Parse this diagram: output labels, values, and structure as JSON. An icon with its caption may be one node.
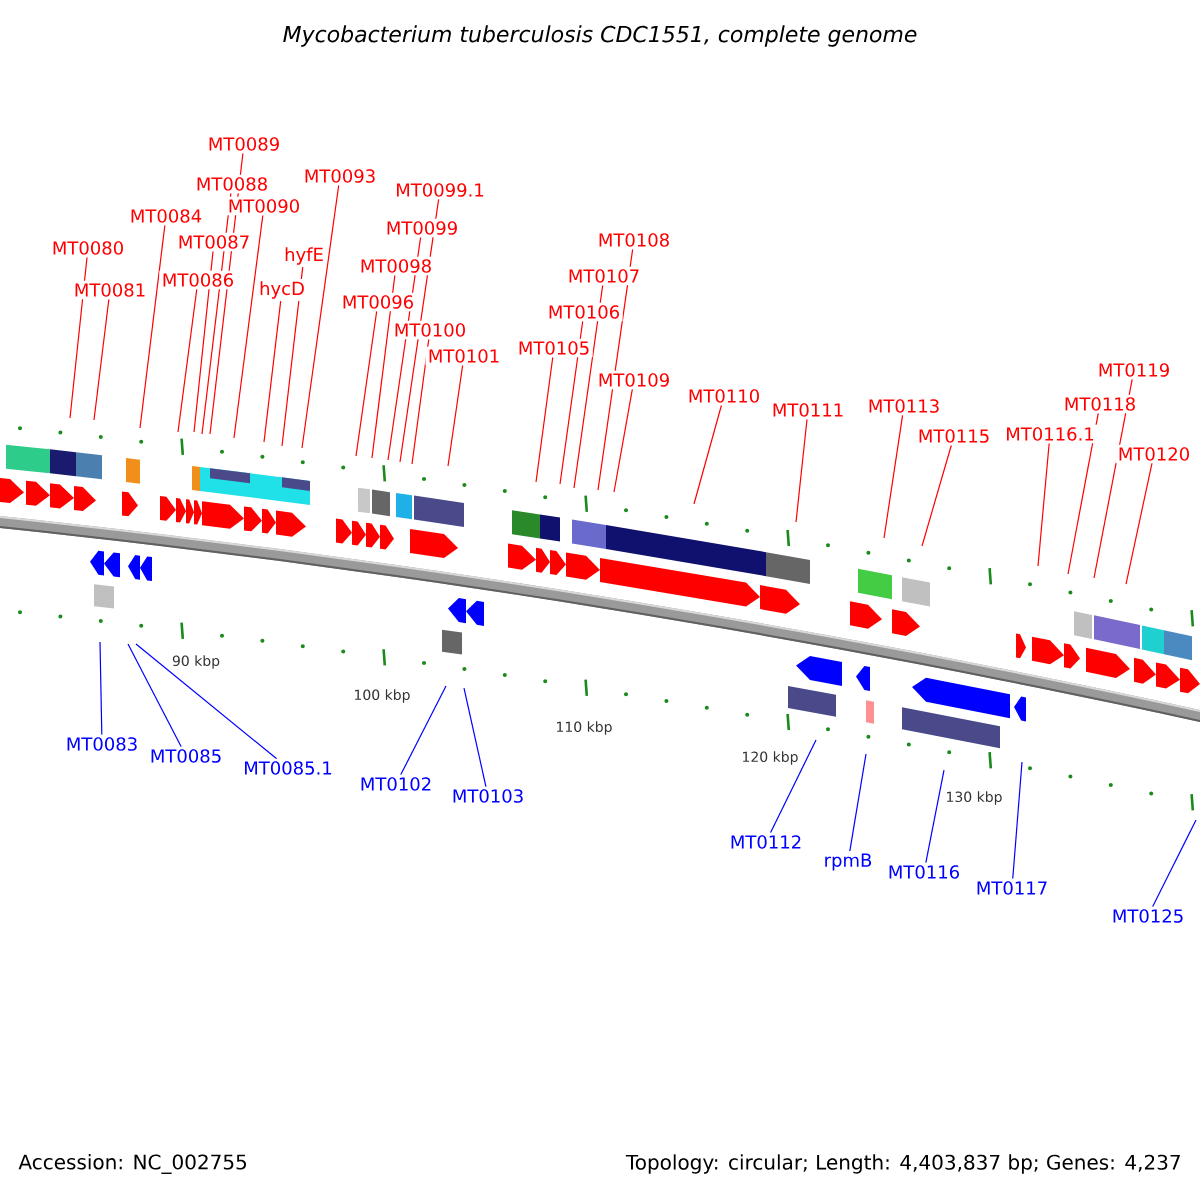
{
  "diagram": {
    "title": "Mycobacterium tuberculosis CDC1551, complete genome",
    "nodes": [
      {
        "text": [
          "MT0080"
        ]
      },
      {
        "text": [
          "MT0081"
        ]
      },
      {
        "text": [
          "MT0084"
        ]
      },
      {
        "text": [
          "MT0086"
        ]
      },
      {
        "text": [
          "MT0087"
        ]
      },
      {
        "text": [
          "MT0088"
        ]
      },
      {
        "text": [
          "MT0089"
        ]
      },
      {
        "text": [
          "MT0090"
        ]
      },
      {
        "text": [
          "hycD"
        ]
      },
      {
        "text": [
          "hyfE"
        ]
      },
      {
        "text": [
          "MT0093"
        ]
      },
      {
        "text": [
          "MT0096"
        ]
      },
      {
        "text": [
          "MT0098"
        ]
      },
      {
        "text": [
          "MT0099"
        ]
      },
      {
        "text": [
          "MT0099.1"
        ]
      },
      {
        "text": [
          "MT0100"
        ]
      },
      {
        "text": [
          "MT0101"
        ]
      },
      {
        "text": [
          "MT0105"
        ]
      },
      {
        "text": [
          "MT0106"
        ]
      },
      {
        "text": [
          "MT0107"
        ]
      },
      {
        "text": [
          "MT0108"
        ]
      },
      {
        "text": [
          "MT0109"
        ]
      },
      {
        "text": [
          "MT0110"
        ]
      },
      {
        "text": [
          "MT0111"
        ]
      },
      {
        "text": [
          "MT0113"
        ]
      },
      {
        "text": [
          "MT0115"
        ]
      },
      {
        "text": [
          "MT0116.1"
        ]
      },
      {
        "text": [
          "MT0118"
        ]
      },
      {
        "text": [
          "MT0119"
        ]
      },
      {
        "text": [
          "MT0120"
        ]
      },
      {
        "text": [
          "MT0083"
        ]
      },
      {
        "text": [
          "MT0085"
        ]
      },
      {
        "text": [
          "MT0085.1"
        ]
      },
      {
        "text": [
          "MT0102"
        ]
      },
      {
        "text": [
          "MT0103"
        ]
      },
      {
        "text": [
          "MT0112"
        ]
      },
      {
        "text": [
          "rpmB"
        ]
      },
      {
        "text": [
          "MT0116"
        ]
      },
      {
        "text": [
          "MT0117"
        ]
      },
      {
        "text": [
          "MT0125"
        ]
      }
    ],
    "edges": [
      {
        "from": 0,
        "to": null,
        "arrow": "none"
      },
      {
        "from": 1,
        "to": null,
        "arrow": "none"
      },
      {
        "from": 2,
        "to": null,
        "arrow": "none"
      },
      {
        "from": 3,
        "to": null,
        "arrow": "none"
      },
      {
        "from": 4,
        "to": null,
        "arrow": "none"
      },
      {
        "from": 5,
        "to": null,
        "arrow": "none"
      },
      {
        "from": 6,
        "to": null,
        "arrow": "none"
      },
      {
        "from": 7,
        "to": null,
        "arrow": "none"
      },
      {
        "from": 8,
        "to": null,
        "arrow": "none"
      },
      {
        "from": 9,
        "to": null,
        "arrow": "none"
      },
      {
        "from": 10,
        "to": null,
        "arrow": "none"
      },
      {
        "from": 11,
        "to": null,
        "arrow": "none"
      },
      {
        "from": 12,
        "to": null,
        "arrow": "none"
      },
      {
        "from": 13,
        "to": null,
        "arrow": "none"
      },
      {
        "from": 14,
        "to": null,
        "arrow": "none"
      },
      {
        "from": 15,
        "to": null,
        "arrow": "none"
      },
      {
        "from": 16,
        "to": null,
        "arrow": "none"
      },
      {
        "from": 17,
        "to": null,
        "arrow": "none"
      },
      {
        "from": 18,
        "to": null,
        "arrow": "none"
      },
      {
        "from": 19,
        "to": null,
        "arrow": "none"
      },
      {
        "from": 20,
        "to": null,
        "arrow": "none"
      },
      {
        "from": 21,
        "to": null,
        "arrow": "none"
      },
      {
        "from": 22,
        "to": null,
        "arrow": "none"
      },
      {
        "from": 23,
        "to": null,
        "arrow": "none"
      },
      {
        "from": 24,
        "to": null,
        "arrow": "none"
      },
      {
        "from": 25,
        "to": null,
        "arrow": "none"
      },
      {
        "from": 26,
        "to": null,
        "arrow": "none"
      },
      {
        "from": 27,
        "to": null,
        "arrow": "none"
      },
      {
        "from": 28,
        "to": null,
        "arrow": "none"
      },
      {
        "from": 29,
        "to": null,
        "arrow": "none"
      },
      {
        "from": 30,
        "to": null,
        "arrow": "none",
        "color": "#0000ff"
      },
      {
        "from": 31,
        "to": null,
        "arrow": "none",
        "color": "#0000ff"
      },
      {
        "from": 32,
        "to": null,
        "arrow": "none",
        "color": "#0000ff"
      },
      {
        "from": 33,
        "to": null,
        "arrow": "none",
        "color": "#0000ff"
      },
      {
        "from": 34,
        "to": null,
        "arrow": "none",
        "color": "#0000ff"
      },
      {
        "from": 35,
        "to": null,
        "arrow": "none",
        "color": "#0000ff"
      },
      {
        "from": 36,
        "to": null,
        "arrow": "none",
        "color": "#0000ff"
      },
      {
        "from": 37,
        "to": null,
        "arrow": "none",
        "color": "#0000ff"
      },
      {
        "from": 38,
        "to": null,
        "arrow": "none",
        "color": "#0000ff"
      },
      {
        "from": 39,
        "to": null,
        "arrow": "none",
        "color": "#0000ff"
      }
    ],
    "labels": [
      "90 kbp",
      "100 kbp",
      "110 kbp",
      "120 kbp",
      "130 kbp",
      "Accession: NC_002755",
      "Topology: circular; Length: 4,403,837 bp; Genes: 4,237"
    ]
  }
}
